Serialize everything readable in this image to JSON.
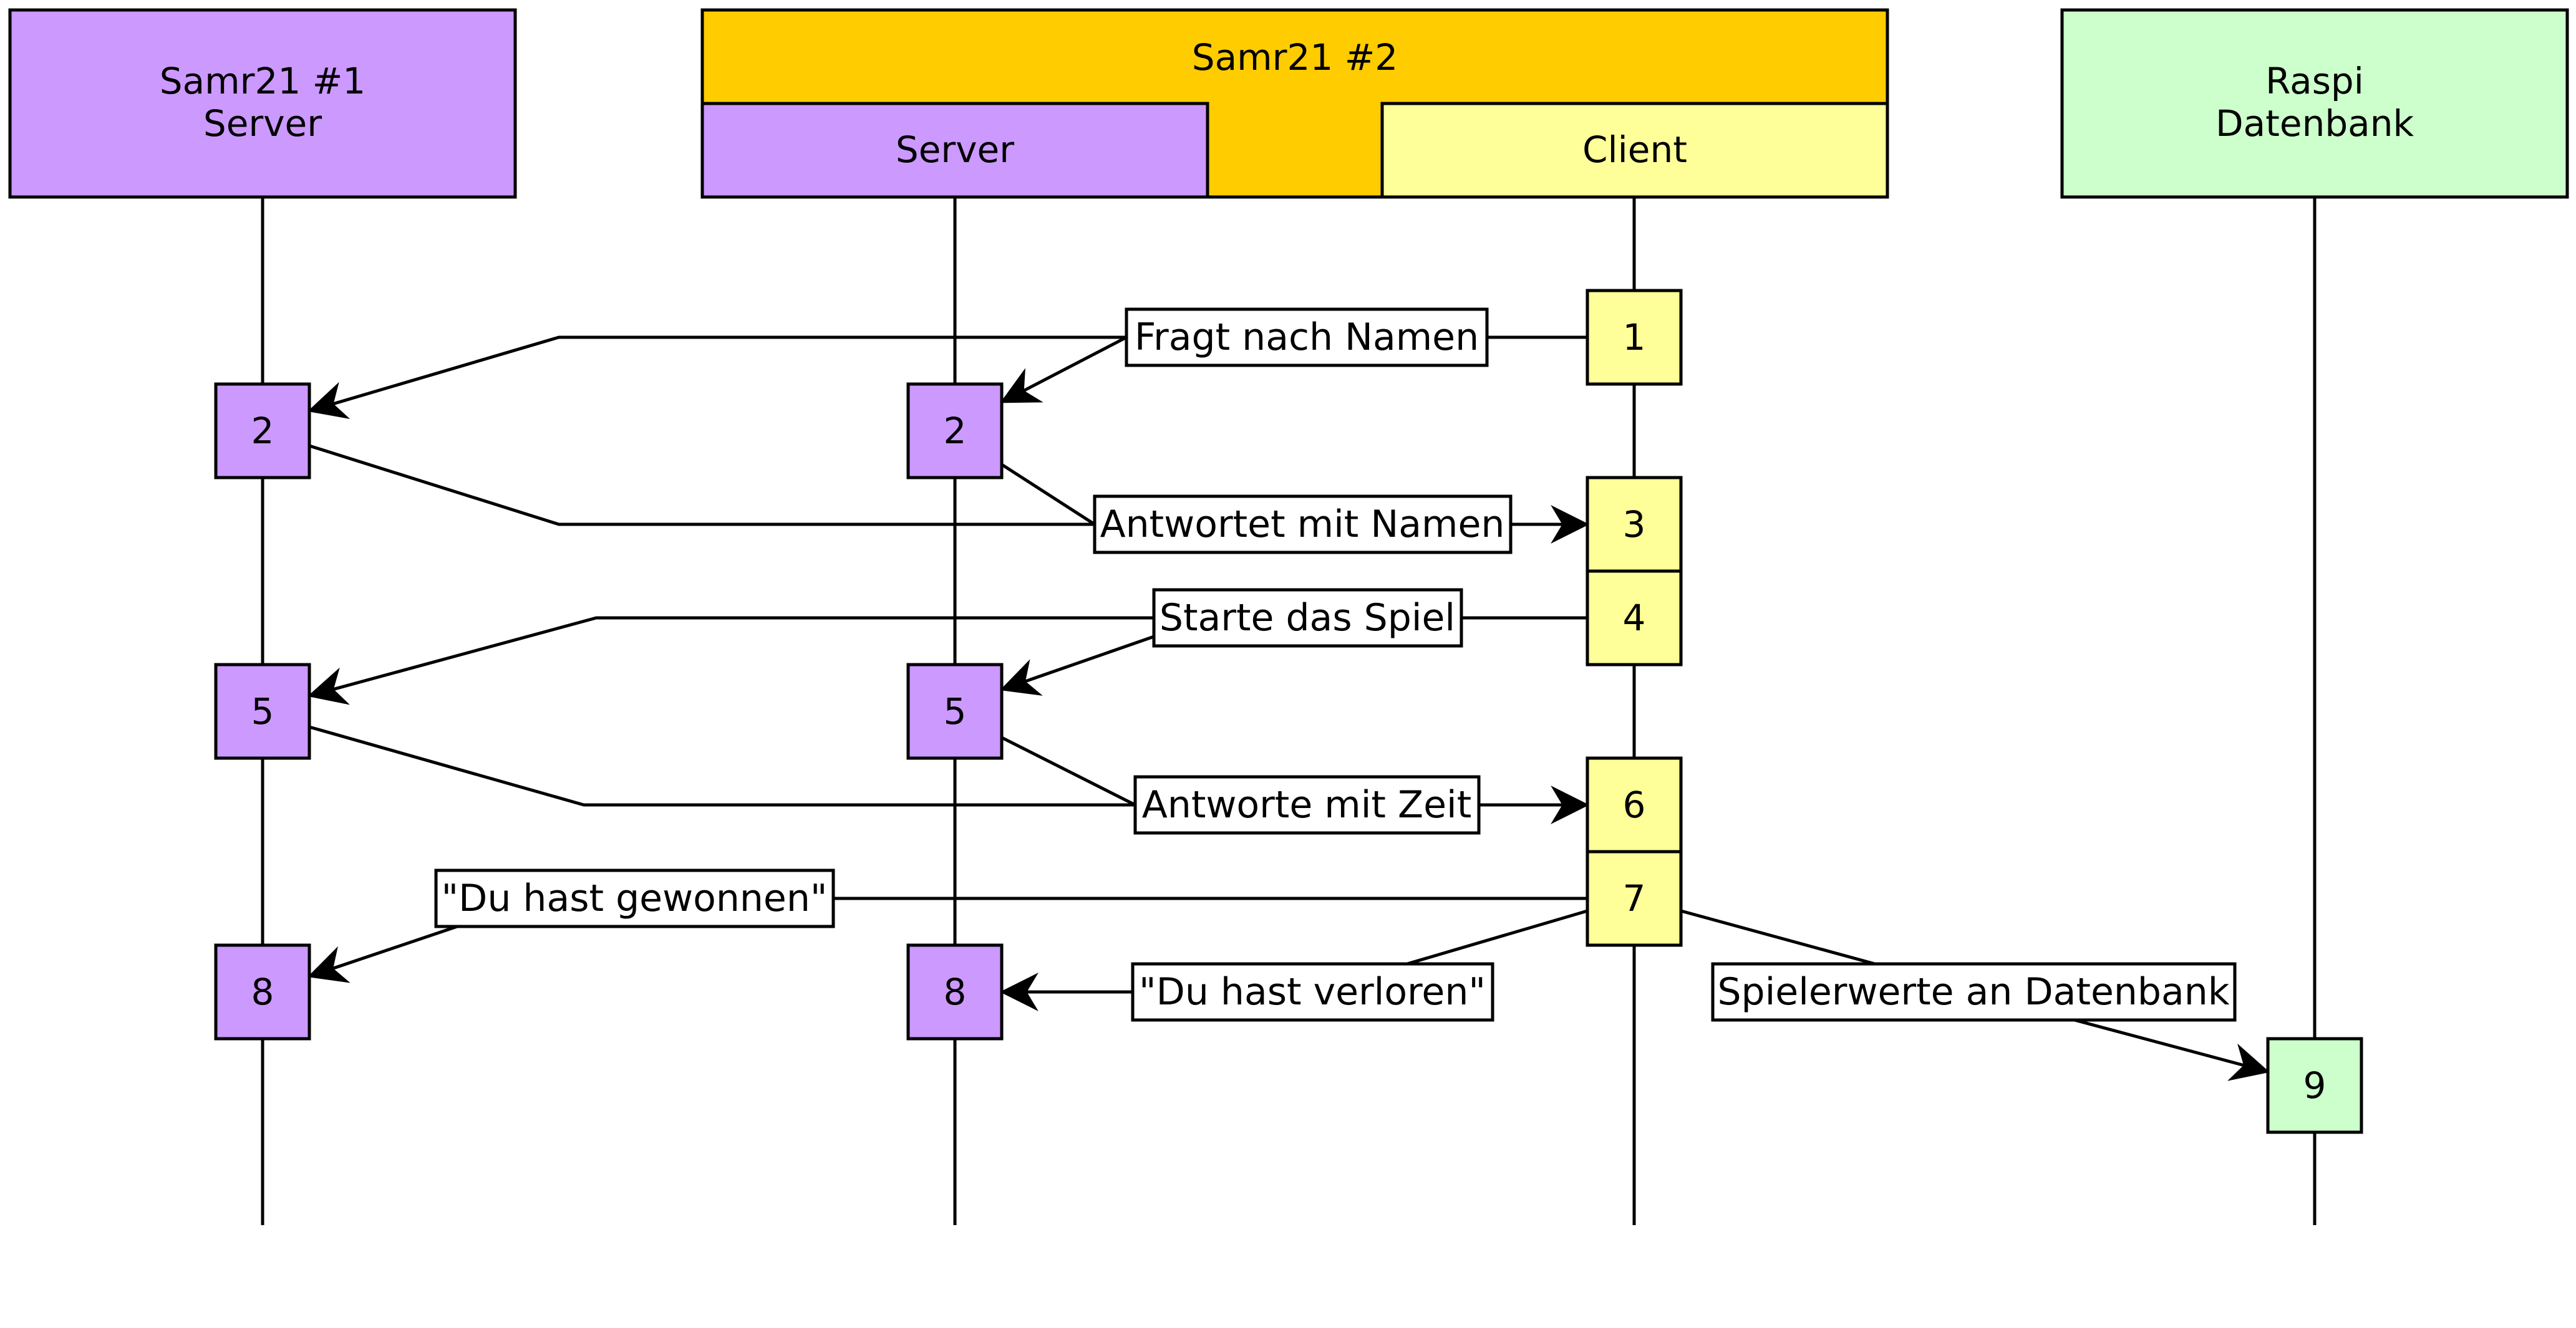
{
  "colors": {
    "server": "#cc99ff",
    "client": "#ffff99",
    "samr2_header": "#ffcc00",
    "raspi": "#ccffcc",
    "line": "#000000",
    "background": "#ffffff"
  },
  "participants": {
    "samr1": {
      "line1": "Samr21 #1",
      "line2": "Server"
    },
    "samr2": {
      "title": "Samr21 #2",
      "server": "Server",
      "client": "Client"
    },
    "raspi": {
      "line1": "Raspi",
      "line2": "Datenbank"
    }
  },
  "steps": {
    "s1": "1",
    "s2a": "2",
    "s2b": "2",
    "s3": "3",
    "s4": "4",
    "s5a": "5",
    "s5b": "5",
    "s6": "6",
    "s7": "7",
    "s8a": "8",
    "s8b": "8",
    "s9": "9"
  },
  "messages": {
    "ask_name": "Fragt nach Namen",
    "answer_name": "Antwortet mit Namen",
    "start_game": "Starte das Spiel",
    "answer_time": "Antworte mit Zeit",
    "won": "\"Du hast gewonnen\"",
    "lost": "\"Du hast verloren\"",
    "to_database": "Spielerwerte an Datenbank"
  }
}
